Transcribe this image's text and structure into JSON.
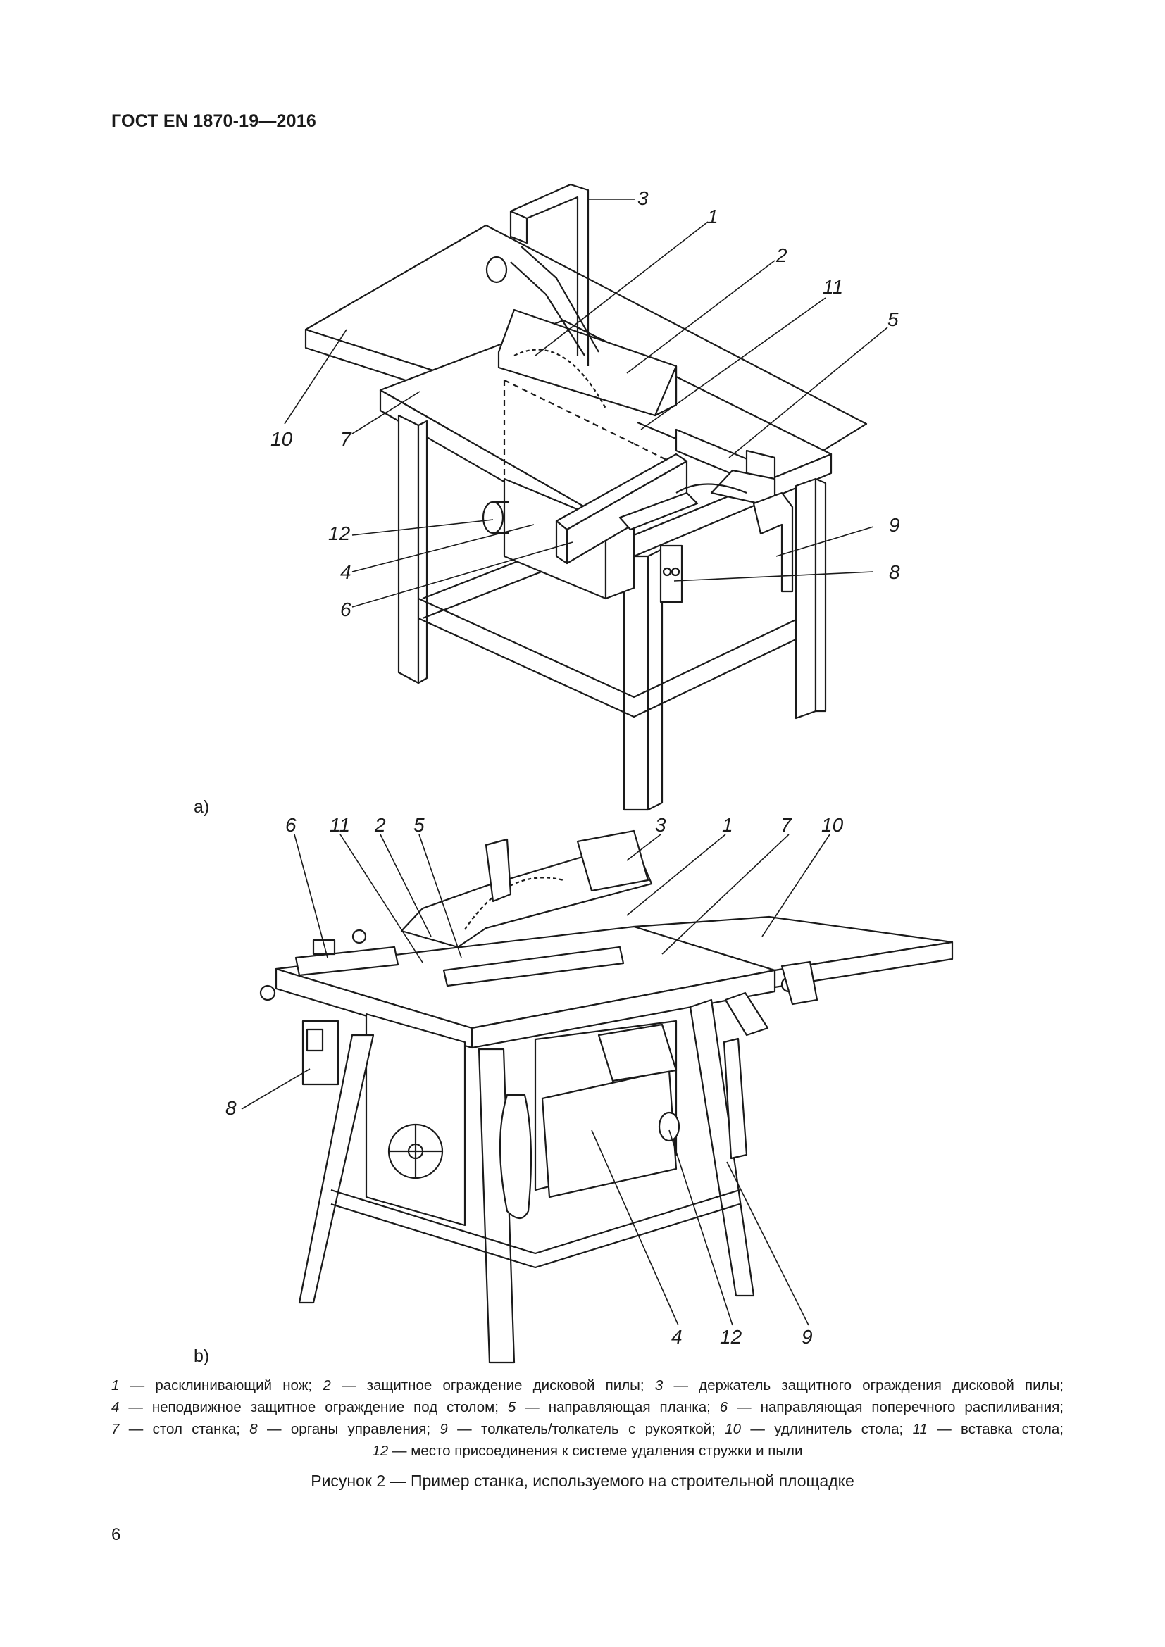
{
  "header": "ГОСТ EN 1870-19—2016",
  "figure_a": {
    "label": "a)",
    "callouts": [
      "3",
      "1",
      "2",
      "11",
      "5",
      "10",
      "7",
      "9",
      "12",
      "4",
      "8",
      "6"
    ]
  },
  "figure_b": {
    "label": "b)",
    "callouts": [
      "6",
      "11",
      "2",
      "5",
      "3",
      "1",
      "7",
      "10",
      "8",
      "4",
      "12",
      "9"
    ]
  },
  "legend": [
    [
      {
        "n": "1",
        "t": " — расклинивающий нож; "
      },
      {
        "n": "2",
        "t": " — защитное ограждение дисковой пилы; "
      },
      {
        "n": "3",
        "t": " — держатель защитного ограждения дисковой пилы;"
      }
    ],
    [
      {
        "n": "4",
        "t": " — неподвижное защитное ограждение под столом; "
      },
      {
        "n": "5",
        "t": " — направляющая планка; "
      },
      {
        "n": "6",
        "t": " — направляющая поперечного распиливания;"
      }
    ],
    [
      {
        "n": "7",
        "t": " — стол станка; "
      },
      {
        "n": "8",
        "t": " — органы управления; "
      },
      {
        "n": "9",
        "t": " — толкатель/толкатель с рукояткой; "
      },
      {
        "n": "10",
        "t": " — удлинитель стола; "
      },
      {
        "n": "11",
        "t": " — вставка стола;"
      }
    ],
    [
      {
        "n": "12",
        "t": " — место присоединения к системе удаления стружки и пыли"
      }
    ]
  ],
  "caption": "Рисунок 2 — Пример станка, используемого на строительной площадке",
  "page_number": "6"
}
